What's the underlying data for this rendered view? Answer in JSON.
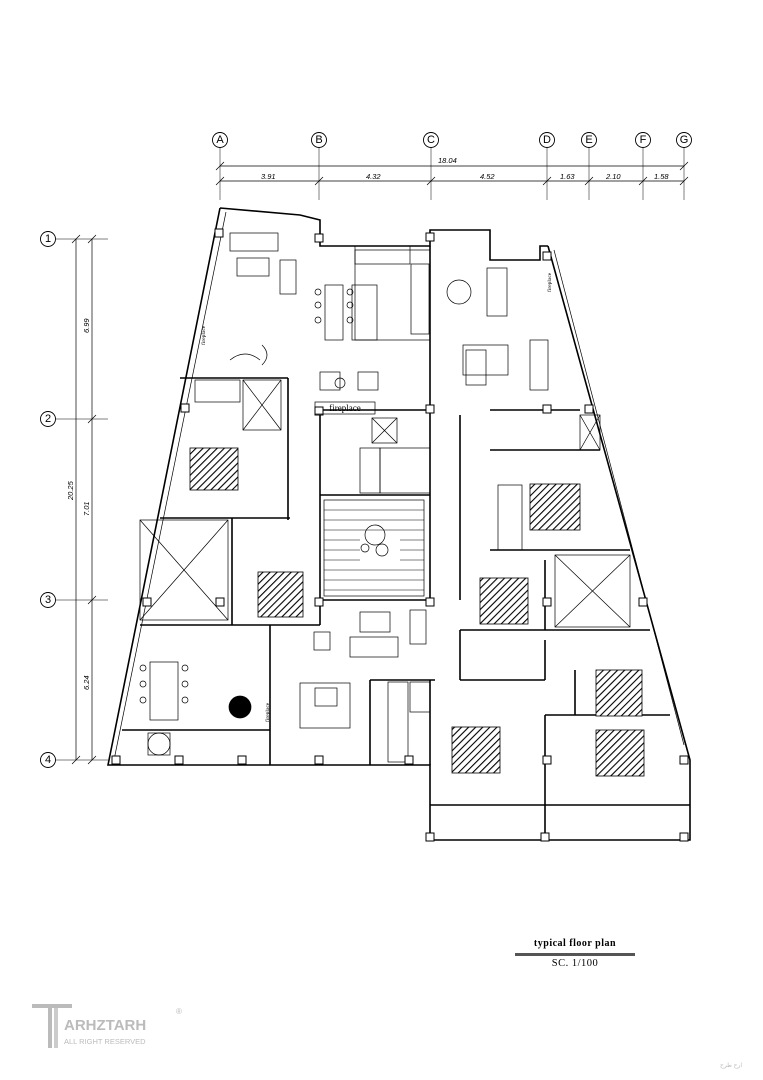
{
  "grid": {
    "columns": [
      "A",
      "B",
      "C",
      "D",
      "E",
      "F",
      "G"
    ],
    "rows": [
      "1",
      "2",
      "3",
      "4"
    ],
    "overall_width": "18.04",
    "column_spacings": [
      "3.91",
      "4.32",
      "4.52",
      "1.63",
      "2.10",
      "1.58"
    ],
    "overall_height": "20.25",
    "row_spacings": [
      "6.99",
      "7.01",
      "6.24"
    ]
  },
  "labels": {
    "fireplace_main": "fireplace",
    "fireplace_vertical_1": "fireplace",
    "fireplace_vertical_2": "fireplace",
    "fireplace_vertical_3": "fireplace"
  },
  "title": {
    "name": "typical floor plan",
    "scale": "SC. 1/100"
  },
  "logo": {
    "brand": "ARHZTARH",
    "tagline": "ALL RIGHT RESERVED",
    "mark": "T",
    "registered": "®"
  },
  "corner_mark": "ارح طرح"
}
